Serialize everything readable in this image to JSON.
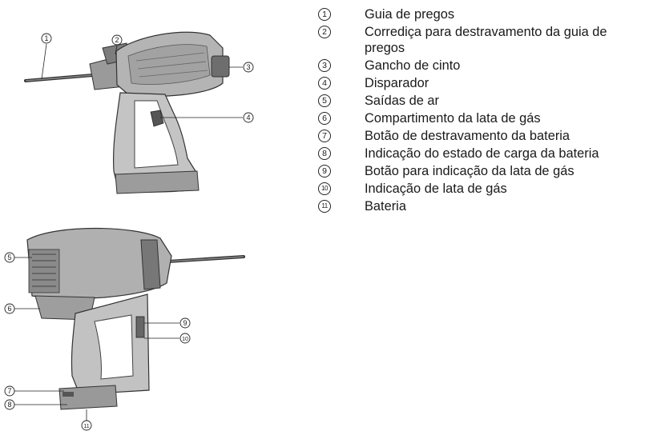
{
  "legend": [
    {
      "num": "1",
      "label": "Guia de pregos"
    },
    {
      "num": "2",
      "label": "Corrediça para destravamento da guia de pregos"
    },
    {
      "num": "3",
      "label": "Gancho de cinto"
    },
    {
      "num": "4",
      "label": "Disparador"
    },
    {
      "num": "5",
      "label": "Saídas de ar"
    },
    {
      "num": "6",
      "label": "Compartimento da lata de gás"
    },
    {
      "num": "7",
      "label": "Botão de destravamento da bateria"
    },
    {
      "num": "8",
      "label": "Indicação do estado de carga da bateria"
    },
    {
      "num": "9",
      "label": "Botão para indicação da lata de gás"
    },
    {
      "num": "10",
      "label": "Indicação de lata de gás"
    },
    {
      "num": "11",
      "label": "Bateria"
    }
  ]
}
